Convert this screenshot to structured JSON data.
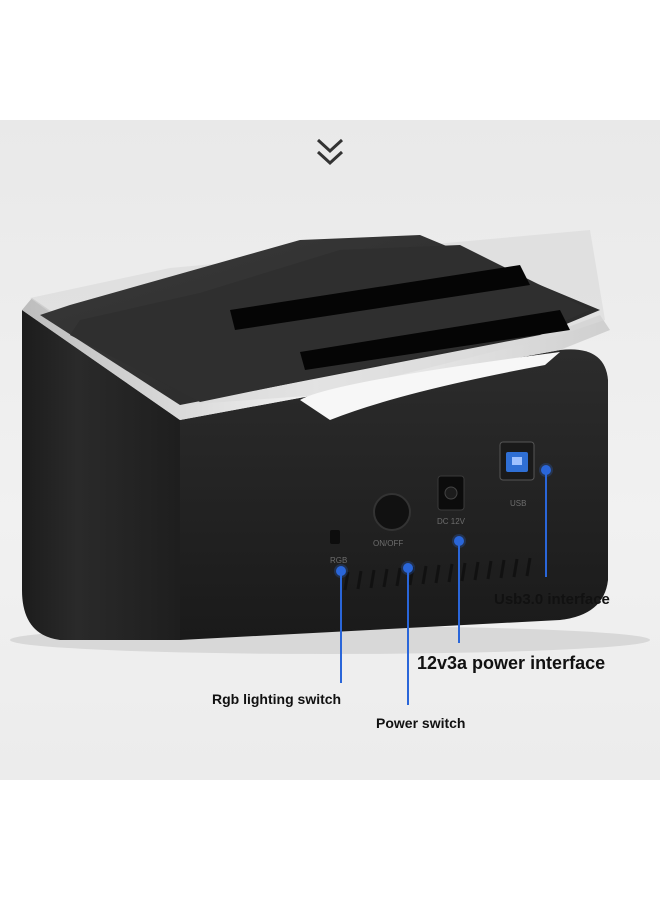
{
  "labels": {
    "usb": "Usb3.0 interface",
    "power_interface": "12v3a power interface",
    "rgb_switch": "Rgb lighting switch",
    "power_switch": "Power switch"
  },
  "device_markings": {
    "usb_port": "USB",
    "dc_jack": "DC 12V",
    "power_button": "ON/OFF",
    "rgb_toggle": "RGB"
  },
  "icons": {
    "scroll_hint": "double-chevron-down-icon"
  },
  "colors": {
    "callout": "#2a66d9",
    "background": "#ececec",
    "device_body": "#222222"
  }
}
